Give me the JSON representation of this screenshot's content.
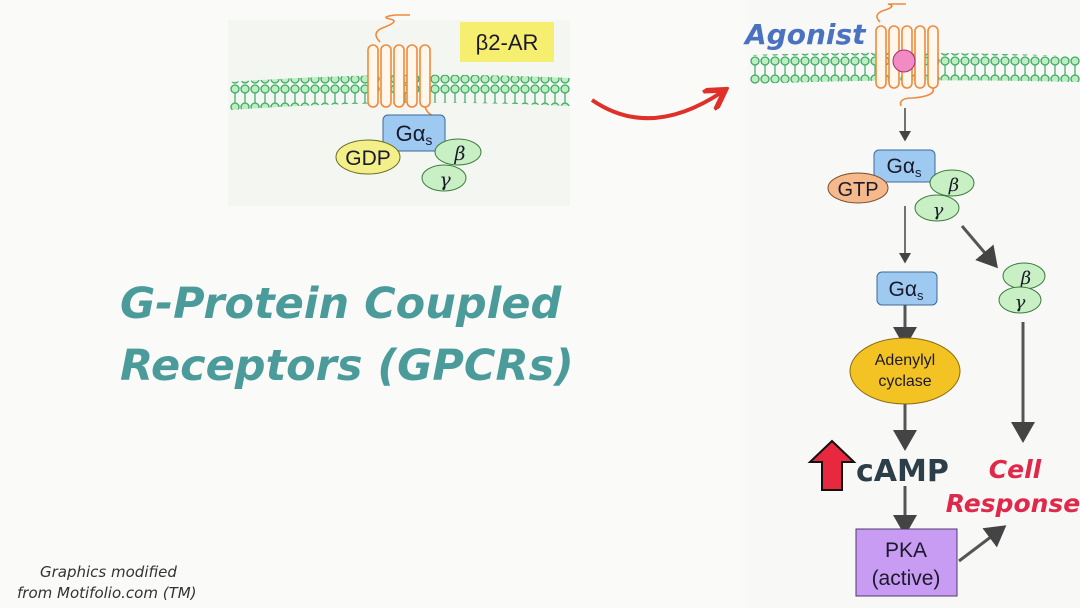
{
  "title": {
    "line1": "G-Protein Coupled",
    "line2": "Receptors (GPCRs)"
  },
  "credit": {
    "line1": "Graphics modified",
    "line2": "from Motifolio.com (TM)"
  },
  "inactive_panel": {
    "receptor_label": "β2-AR",
    "g_alpha": {
      "main": "Gα",
      "sub": "s"
    },
    "nucleotide": "GDP",
    "beta": "β",
    "gamma": "γ"
  },
  "active_panel": {
    "agonist_label": "Agonist",
    "g_alpha_complex": {
      "main": "Gα",
      "sub": "s"
    },
    "nucleotide": "GTP",
    "beta": "β",
    "gamma": "γ",
    "g_alpha_free": {
      "main": "Gα",
      "sub": "s"
    },
    "beta_free": "β",
    "gamma_free": "γ",
    "enzyme": {
      "line1": "Adenylyl",
      "line2": "cyclase"
    },
    "second_messenger": "cAMP",
    "kinase": {
      "line1": "PKA",
      "line2": "(active)"
    },
    "response": {
      "line1": "Cell",
      "line2": "Response"
    }
  },
  "colors": {
    "title": "#4b9b9b",
    "agonist": "#4a72c0",
    "response": "#e0284a",
    "camp": "#2c3e48",
    "membrane": "#bdeec0",
    "receptor": "#f08a3a",
    "g_alpha": "#9ec9f0",
    "gdp": "#f3f08a",
    "gtp": "#f5b98c",
    "beta_gamma": "#c9f0c4",
    "adenylyl_cyclase": "#f3c323",
    "pka": "#c89cf2"
  }
}
